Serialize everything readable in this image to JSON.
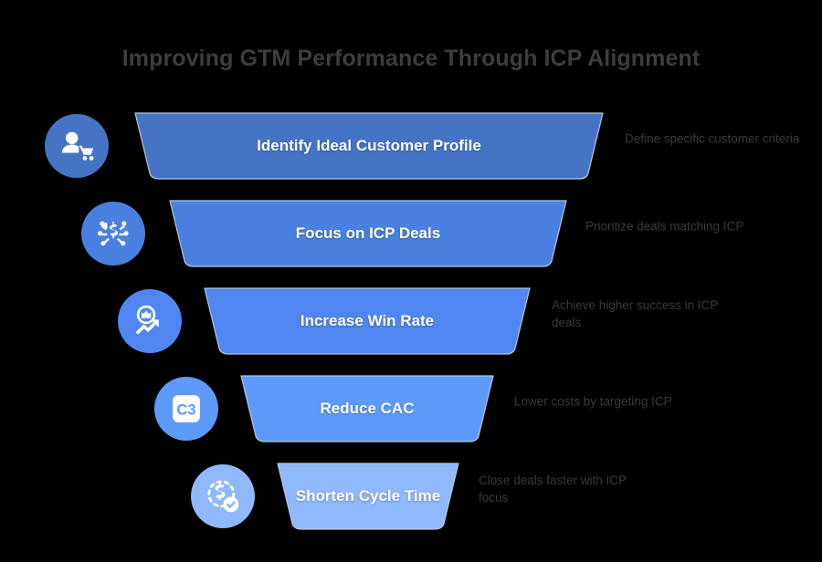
{
  "header": {
    "title": "Improving GTM Performance Through ICP Alignment",
    "title_color": "#3d3d3d"
  },
  "theme": {
    "background": "#000000",
    "description_color": "#3a3a3a",
    "label_color": "#ffffff"
  },
  "funnel": {
    "stages": [
      {
        "index": 1,
        "label": "Identify Ideal Customer Profile",
        "description": "Define specific customer criteria",
        "color": "#4574c4",
        "icon": "customer-cart-icon"
      },
      {
        "index": 2,
        "label": "Focus on ICP Deals",
        "description": "Prioritize deals matching ICP",
        "color": "#4a80df",
        "icon": "deal-network-icon"
      },
      {
        "index": 3,
        "label": "Increase Win Rate",
        "description": "Achieve higher success in ICP deals",
        "color": "#4f86f2",
        "icon": "crown-growth-icon"
      },
      {
        "index": 4,
        "label": "Reduce CAC",
        "description": "Lower costs by targeting ICP",
        "color": "#5d9afc",
        "icon": "c3-badge-icon"
      },
      {
        "index": 5,
        "label": "Shorten Cycle Time",
        "description": "Close deals faster with ICP focus",
        "color": "#8fb8fd",
        "icon": "dollar-check-icon"
      }
    ]
  }
}
